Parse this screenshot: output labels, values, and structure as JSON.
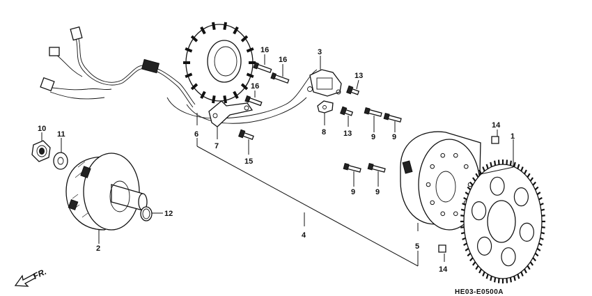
{
  "diagram": {
    "reference_code": "HE03-E0500A",
    "direction_label": "FR.",
    "callouts": [
      {
        "id": "c1",
        "label": "1"
      },
      {
        "id": "c2",
        "label": "2"
      },
      {
        "id": "c3",
        "label": "3"
      },
      {
        "id": "c4",
        "label": "4"
      },
      {
        "id": "c5",
        "label": "5"
      },
      {
        "id": "c6",
        "label": "6"
      },
      {
        "id": "c7",
        "label": "7"
      },
      {
        "id": "c8",
        "label": "8"
      },
      {
        "id": "c9a",
        "label": "9"
      },
      {
        "id": "c9b",
        "label": "9"
      },
      {
        "id": "c9c",
        "label": "9"
      },
      {
        "id": "c9d",
        "label": "9"
      },
      {
        "id": "c10",
        "label": "10"
      },
      {
        "id": "c11",
        "label": "11"
      },
      {
        "id": "c12",
        "label": "12"
      },
      {
        "id": "c13a",
        "label": "13"
      },
      {
        "id": "c13b",
        "label": "13"
      },
      {
        "id": "c14a",
        "label": "14"
      },
      {
        "id": "c14b",
        "label": "14"
      },
      {
        "id": "c15",
        "label": "15"
      },
      {
        "id": "c16a",
        "label": "16"
      },
      {
        "id": "c16b",
        "label": "16"
      },
      {
        "id": "c16c",
        "label": "16"
      }
    ]
  }
}
